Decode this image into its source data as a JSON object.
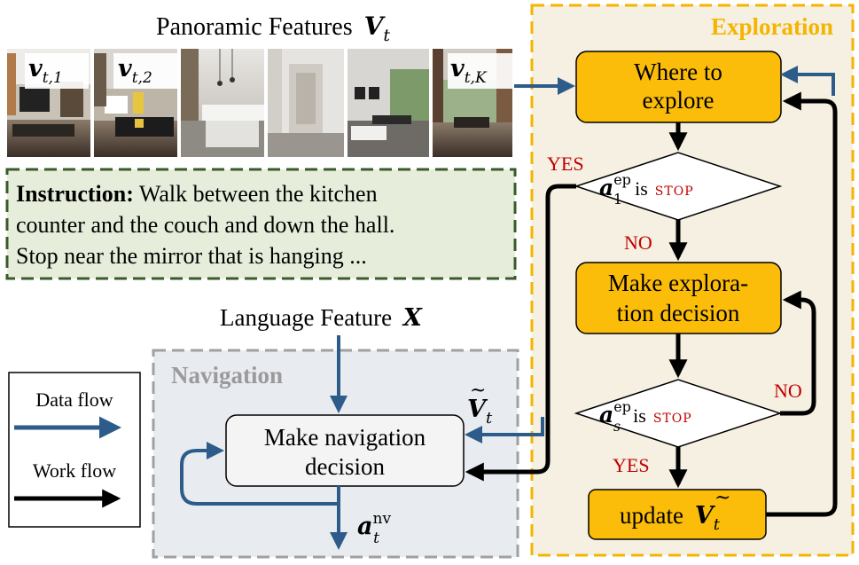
{
  "panorama": {
    "title_text": "Panoramic Features",
    "title_symbol": "V",
    "title_subscript": "t",
    "view_labels": [
      {
        "sym": "v",
        "sub": "t,1"
      },
      {
        "sym": "v",
        "sub": "t,2"
      },
      {
        "sym": "v",
        "sub": "t,K"
      }
    ]
  },
  "instruction": {
    "label": "Instruction:",
    "line1": " Walk between the kitchen",
    "line2": "counter and the couch and down the hall.",
    "line3": "Stop near the mirror that is hanging ..."
  },
  "language_feature": {
    "text": "Language Feature",
    "symbol": "X"
  },
  "navigation": {
    "title": "Navigation",
    "decision_line1": "Make navigation",
    "decision_line2": "decision",
    "output_symbol": "a",
    "output_superscript": "nv",
    "output_subscript": "t",
    "input_symbol": "V",
    "input_subscript": "t"
  },
  "exploration": {
    "title": "Exploration",
    "where_line1": "Where to",
    "where_line2": "explore",
    "decision1": {
      "symbol": "a",
      "superscript": "ep",
      "subscript": "1",
      "text": "is",
      "keyword": "stop"
    },
    "make_line1": "Make explora-",
    "make_line2": "tion decision",
    "decision2": {
      "symbol": "a",
      "superscript": "ep",
      "subscript": "s",
      "text": "is",
      "keyword": "stop"
    },
    "update_text": "update",
    "update_symbol": "V",
    "update_subscript": "t",
    "yes1": "YES",
    "no1": "NO",
    "no2": "NO",
    "yes2": "YES"
  },
  "legend": {
    "data_flow": "Data flow",
    "work_flow": "Work flow"
  },
  "colors": {
    "data_flow": "#2e5c8a",
    "work_flow": "#000000",
    "orange_fill": "#fbbd0a",
    "exploration_bg": "#f5f0e1",
    "exploration_border": "#f5b400",
    "navigation_bg": "#e8ebf0",
    "navigation_border": "#a0a0a0",
    "instruction_bg": "#e6eedb",
    "instruction_border": "#3a5a2e",
    "red_label": "#c00000"
  }
}
